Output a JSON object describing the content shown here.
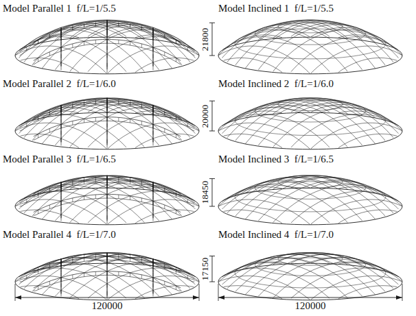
{
  "diagram": {
    "labels": [
      "Model Parallel 1  f/L=1/5.5",
      "Model Inclined 1  f/L=1/5.5",
      "21800",
      "Model Parallel 2  f/L=1/6.0",
      "Model Inclined 2  f/L=1/6.0",
      "20000",
      "Model Parallel 3  f/L=1/6.5",
      "Model Inclined 3  f/L=1/6.5",
      "18450",
      "Model Parallel 4  f/L=1/7.0",
      "Model Inclined 4  f/L=1/7.0",
      "17150",
      "120000",
      "120000"
    ]
  }
}
